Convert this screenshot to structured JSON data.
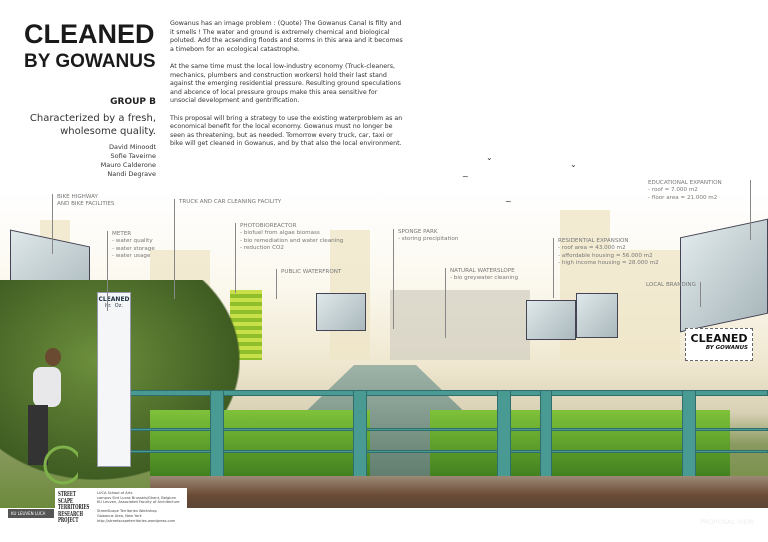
{
  "title": {
    "line1": "CLEANED",
    "line2": "BY GOWANUS"
  },
  "group": "GROUP B",
  "tagline": "Characterized by a fresh, wholesome quality.",
  "authors": [
    "David Minoodt",
    "Sofie Taveirne",
    "Mauro Calderone",
    "Nandi Degrave"
  ],
  "body": [
    "Gowanus has an image problem : (Quote) The Gowanus Canal Is filty and it smells ! The water and ground is extremely chemical and biological poluted. Add the acsending floods and storms in this area and it becomes a timebom for an ecological catastrophe.",
    "At the same time must the local low-industry economy (Truck-cleaners, mechanics, plumbers and construction workers) hold their last stand against the emerging residential pressure. Resulting ground speculations and abcence of local pressure groups make this area sensitive for unsocial development and gentrification.",
    "This proposal will bring a strategy to use the existing waterproblem as an economical benefit for the local economy. Gowanus must no longer be seen as threatening, but as needed. Tomorrow every truck, car, taxi or bike will get cleaned in Gowanus, and by that also the local environment."
  ],
  "annotations": {
    "bike": {
      "title": "BIKE HIGHWAY",
      "lines": [
        "AND BIKE FACILITIES"
      ]
    },
    "meter": {
      "title": "METER",
      "lines": [
        "- water quality",
        "- water storage",
        "- water usage"
      ]
    },
    "truck": {
      "title": "TRUCK AND CAR CLEANING FACILITY",
      "lines": []
    },
    "photo": {
      "title": "PHOTOBIOREACTOR",
      "lines": [
        "- biofuel from algae biomass",
        "- bio remediation and water cleaning",
        "- reduction CO2"
      ]
    },
    "waterfront": {
      "title": "PUBLIC WATERFRONT",
      "lines": []
    },
    "sponge": {
      "title": "SPONGE PARK",
      "lines": [
        "- storing precipitation"
      ]
    },
    "slope": {
      "title": "NATURAL WATERSLOPE",
      "lines": [
        "- bio greywater cleaning"
      ]
    },
    "residential": {
      "title": "RESIDENTIAL EXPANSION",
      "lines": [
        "- roof area = 43.000 m2",
        "- affordable housing = 56.000 m2",
        "- high income housing = 28.000 m2"
      ]
    },
    "edu": {
      "title": "EDUCATIONAL EXPANTION",
      "lines": [
        "- roof = 7.000 m2",
        "- floor area = 21.000 m2"
      ]
    },
    "branding": {
      "title": "LOCAL BRANDING",
      "lines": []
    }
  },
  "meter_sign": {
    "title": "CLEANED",
    "units": [
      "ltr.",
      "Oz."
    ]
  },
  "billboard": {
    "line1": "CLEANED",
    "line2": "BY GOWANUS"
  },
  "credits": {
    "project": [
      "STREET",
      "SCAPE",
      "TERRITORIES",
      "RESEARCH",
      "PROJECT"
    ],
    "lines": [
      "LUCA School of Arts",
      "campus Sint Lucas Brussels/Ghent, Belgium",
      "KU Leuven, Associated Faculty of Architecture",
      "",
      "StreetScape Territories Workshop",
      "Gowanus Area, New York",
      "http://streetscapeterritories.wordpress.com"
    ],
    "logo": "KU LEUVEN  LUCA"
  },
  "view_label": "PROPOSAL VIEW",
  "colors": {
    "railing": "#4a9a94",
    "grass": "#7fc23a",
    "rust": "#6b4b36"
  }
}
